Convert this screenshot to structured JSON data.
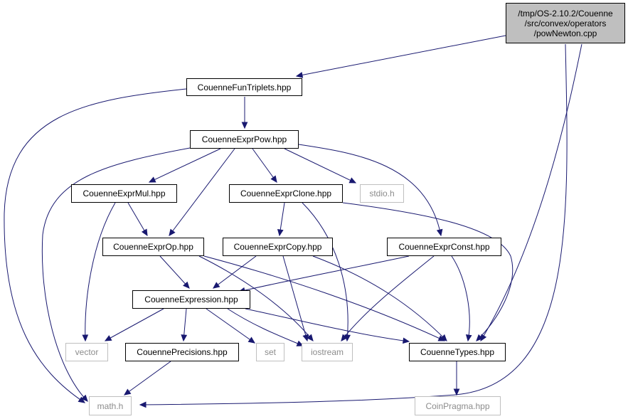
{
  "root": {
    "lines": [
      "/tmp/OS-2.10.2/Couenne",
      "/src/convex/operators",
      "/powNewton.cpp"
    ]
  },
  "nodes": {
    "funtriplets": "CouenneFunTriplets.hpp",
    "exprpow": "CouenneExprPow.hpp",
    "exprmul": "CouenneExprMul.hpp",
    "exprclone": "CouenneExprClone.hpp",
    "stdio": "stdio.h",
    "exprop": "CouenneExprOp.hpp",
    "exprcopy": "CouenneExprCopy.hpp",
    "exprconst": "CouenneExprConst.hpp",
    "expression": "CouenneExpression.hpp",
    "vector": "vector",
    "precisions": "CouennePrecisions.hpp",
    "set": "set",
    "iostream": "iostream",
    "types": "CouenneTypes.hpp",
    "math": "math.h",
    "coinpragma": "CoinPragma.hpp"
  },
  "colors": {
    "edge": "#191970",
    "root_fill": "#bfbfbf",
    "external_border": "#bfbfbf",
    "external_text": "#8c8c8c"
  }
}
